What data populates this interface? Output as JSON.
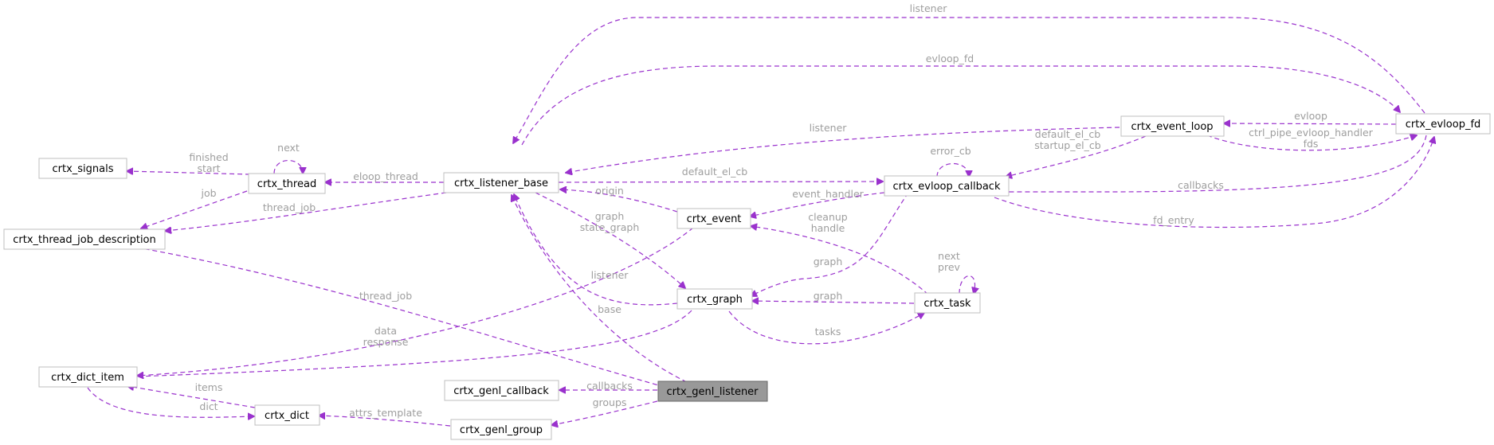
{
  "nodes": {
    "signals": "crtx_signals",
    "thread": "crtx_thread",
    "thread_job_description": "crtx_thread_job_description",
    "listener_base": "crtx_listener_base",
    "event": "crtx_event",
    "graph": "crtx_graph",
    "evloop_callback": "crtx_evloop_callback",
    "task": "crtx_task",
    "event_loop": "crtx_event_loop",
    "evloop_fd": "crtx_evloop_fd",
    "dict_item": "crtx_dict_item",
    "dict": "crtx_dict",
    "genl_callback": "crtx_genl_callback",
    "genl_listener": "crtx_genl_listener",
    "genl_group": "crtx_genl_group"
  },
  "labels": {
    "listener_top": "listener",
    "evloop_fd": "evloop_fd",
    "listener_mid": "listener",
    "evloop": "evloop",
    "ctrl_pipe": "ctrl_pipe_evloop_handler",
    "fds": "fds",
    "default_el_cb_1": "default_el_cb",
    "startup_el_cb": "startup_el_cb",
    "error_cb": "error_cb",
    "next_thread": "next",
    "finished": "finished",
    "start": "start",
    "eloop_thread": "eloop_thread",
    "default_el_cb_2": "default_el_cb",
    "callbacks": "callbacks",
    "job": "job",
    "thread_job_1": "thread_job",
    "origin": "origin",
    "event_handler": "event_handler",
    "fd_entry": "fd_entry",
    "graph_1": "graph",
    "state_graph": "state_graph",
    "cleanup": "cleanup",
    "handle": "handle",
    "next_task": "next",
    "prev": "prev",
    "graph_2": "graph",
    "listener_low": "listener",
    "graph_3": "graph",
    "thread_job_2": "thread_job",
    "base": "base",
    "data": "data",
    "response": "response",
    "tasks": "tasks",
    "items": "items",
    "dict": "dict",
    "callbacks_genl": "callbacks",
    "groups": "groups",
    "attrs_template": "attrs_template"
  }
}
